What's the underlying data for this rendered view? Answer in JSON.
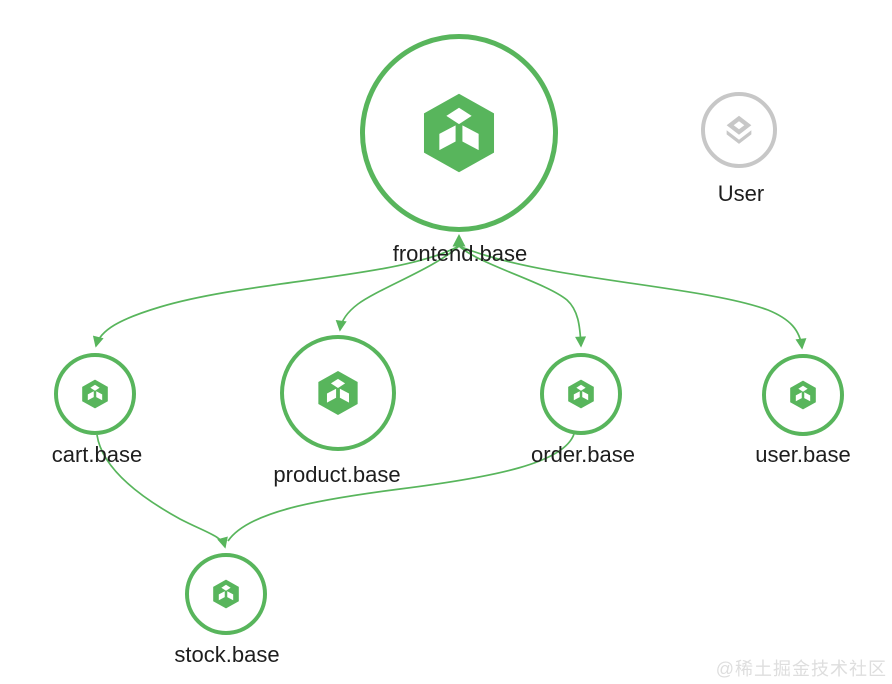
{
  "diagram": {
    "nodes": {
      "frontend": {
        "label": "frontend.base",
        "kind": "service",
        "size": "large"
      },
      "cart": {
        "label": "cart.base",
        "kind": "service",
        "size": "small"
      },
      "product": {
        "label": "product.base",
        "kind": "service",
        "size": "medium"
      },
      "order": {
        "label": "order.base",
        "kind": "service",
        "size": "small"
      },
      "user_service": {
        "label": "user.base",
        "kind": "service",
        "size": "small"
      },
      "stock": {
        "label": "stock.base",
        "kind": "service",
        "size": "small"
      },
      "user_actor": {
        "label": "User",
        "kind": "external-user",
        "size": "small"
      }
    },
    "edges": [
      {
        "from": "frontend.base",
        "to": "cart.base"
      },
      {
        "from": "frontend.base",
        "to": "product.base"
      },
      {
        "from": "frontend.base",
        "to": "order.base"
      },
      {
        "from": "frontend.base",
        "to": "user.base"
      },
      {
        "from": "cart.base",
        "to": "stock.base"
      },
      {
        "from": "order.base",
        "to": "stock.base"
      }
    ]
  },
  "icons": {
    "service": "package-cube-icon",
    "user": "layers-diamond-icon"
  },
  "colors": {
    "node_green": "#58B55C",
    "node_gray": "#C7C7C7",
    "label_color": "#1E1E1E",
    "watermark_color": "#DEDEDE"
  },
  "watermark": {
    "text": "@稀土掘金技术社区"
  }
}
